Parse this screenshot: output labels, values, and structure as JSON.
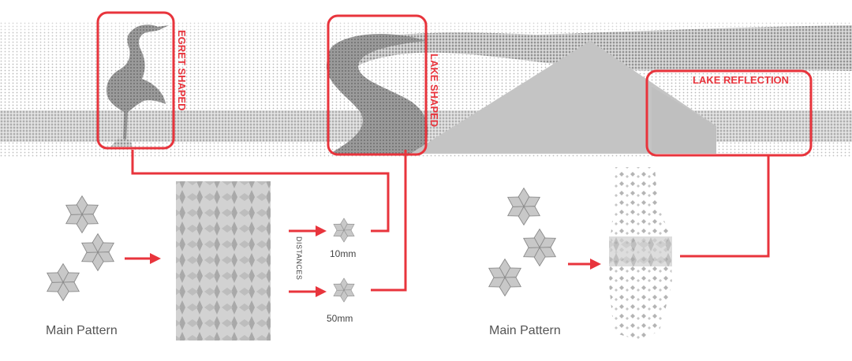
{
  "labels": {
    "egret_shaped": "EGRET SHAPED",
    "lake_shaped": "LAKE SHAPED",
    "lake_reflection": "LAKE REFLECTION",
    "main_pattern_left": "Main Pattern",
    "main_pattern_right": "Main Pattern",
    "distances": "DISTANCES",
    "distance_10": "10mm",
    "distance_50": "50mm"
  },
  "colors": {
    "accent": "#e8343c",
    "pattern_gray": "#b9b9b9",
    "dark_gray": "#8a8a8a"
  },
  "icons": [
    "star-pattern-icon",
    "egret-icon",
    "mountain-shape"
  ]
}
